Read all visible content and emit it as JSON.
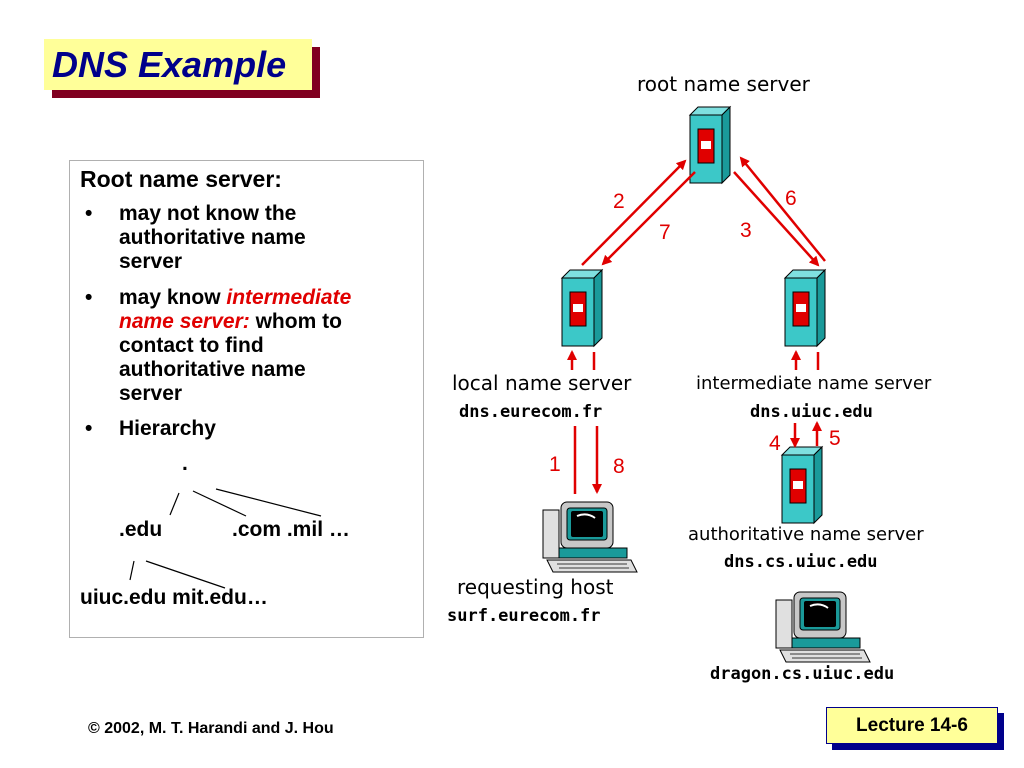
{
  "title": "DNS Example",
  "left_panel": {
    "heading": "Root name server:",
    "bullet_char": "•",
    "bullet1": [
      "may not know the",
      "authoritative name",
      "server"
    ],
    "bullet2_pre": "may know ",
    "bullet2_red1": "intermediate",
    "bullet2_red2": "name server:",
    "bullet2_post": " whom to",
    "bullet2_rest": [
      "contact to find",
      "authoritative name",
      "server"
    ],
    "bullet3": "Hierarchy",
    "hier_root": ".",
    "hier_edu": ".edu",
    "hier_com": ".com .mil …",
    "hier_leaf": "uiuc.edu  mit.edu…"
  },
  "diagram": {
    "root_label": "root name server",
    "local_label": "local name server",
    "local_host": "dns.eurecom.fr",
    "inter_label": "intermediate name server",
    "inter_host": "dns.uiuc.edu",
    "auth_label": "authoritative name server",
    "auth_host": "dns.cs.uiuc.edu",
    "req_label": "requesting host",
    "req_host": "surf.eurecom.fr",
    "dragon_host": "dragon.cs.uiuc.edu",
    "steps": [
      "1",
      "2",
      "3",
      "4",
      "5",
      "6",
      "7",
      "8"
    ],
    "arrow_color": "#e00000",
    "server_color": "#3cc8c8"
  },
  "footer": "© 2002, M. T. Harandi and J. Hou",
  "lecture": "Lecture 14-6"
}
